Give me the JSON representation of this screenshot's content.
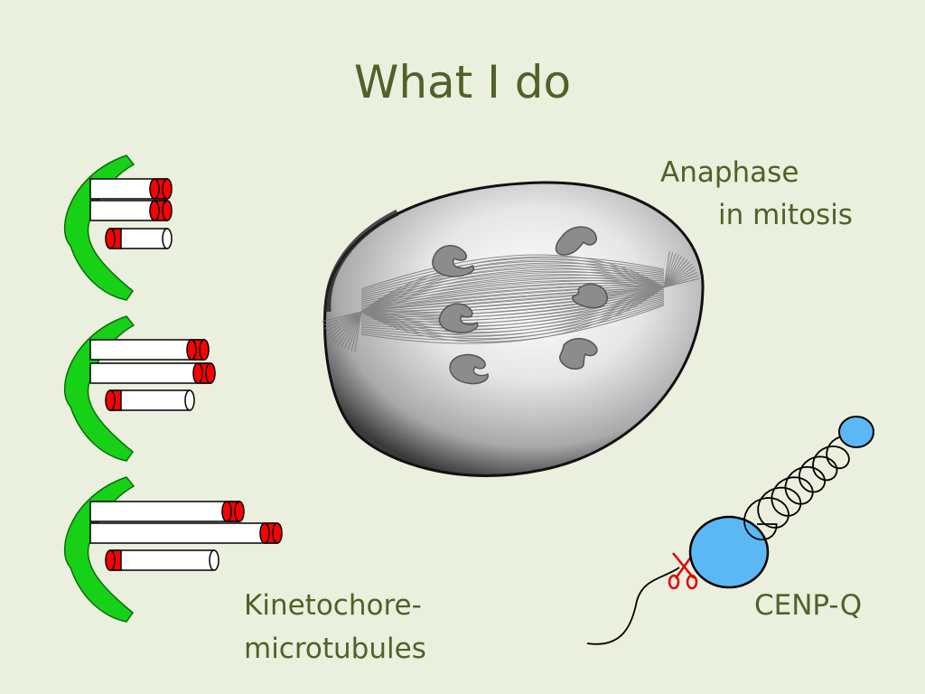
{
  "slide": {
    "title": "What I do",
    "anaphase_line1": "Anaphase",
    "anaphase_line2": "in mitosis",
    "kinetochore_line1": "Kinetochore-",
    "kinetochore_line2": "microtubules",
    "cenp_label": "CENP-Q"
  },
  "colors": {
    "background": "#ebefdd",
    "title_text": "#4f6228",
    "kinetochore": "#17d117",
    "microtubule_end": "#ff0000",
    "protein": "#5bb8f5",
    "scissors": "#e00000"
  },
  "illustrations": {
    "kinetochore_panels": 3,
    "cell_image": "anaphase-cell-micrograph",
    "protein_cartoon": "cenp-q-cleavage-cartoon"
  }
}
